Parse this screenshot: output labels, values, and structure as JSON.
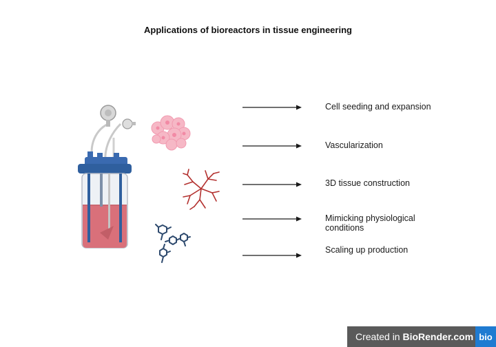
{
  "title": "Applications of bioreactors in tissue engineering",
  "applications": [
    {
      "label": "Cell seeding and expansion"
    },
    {
      "label": "Vascularization"
    },
    {
      "label": "3D tissue construction"
    },
    {
      "label": "Mimicking physiological conditions"
    },
    {
      "label": "Scaling up production"
    }
  ],
  "icons": [
    "bioreactor-icon",
    "cell-cluster-icon",
    "vascular-network-icon",
    "molecules-icon",
    "arrow-icon"
  ],
  "colors": {
    "bioreactor_blue": "#2f5f9e",
    "medium_red": "#d9707a",
    "cells_pink": "#f6b8c6",
    "vessels_red": "#b3312f",
    "molecules_navy": "#2e4a6e",
    "badge_gray": "#5a5a5a",
    "badge_blue": "#1f7bd1"
  },
  "watermark": {
    "prefix": "Created in ",
    "brand": "BioRender.com",
    "logo": "bio"
  }
}
